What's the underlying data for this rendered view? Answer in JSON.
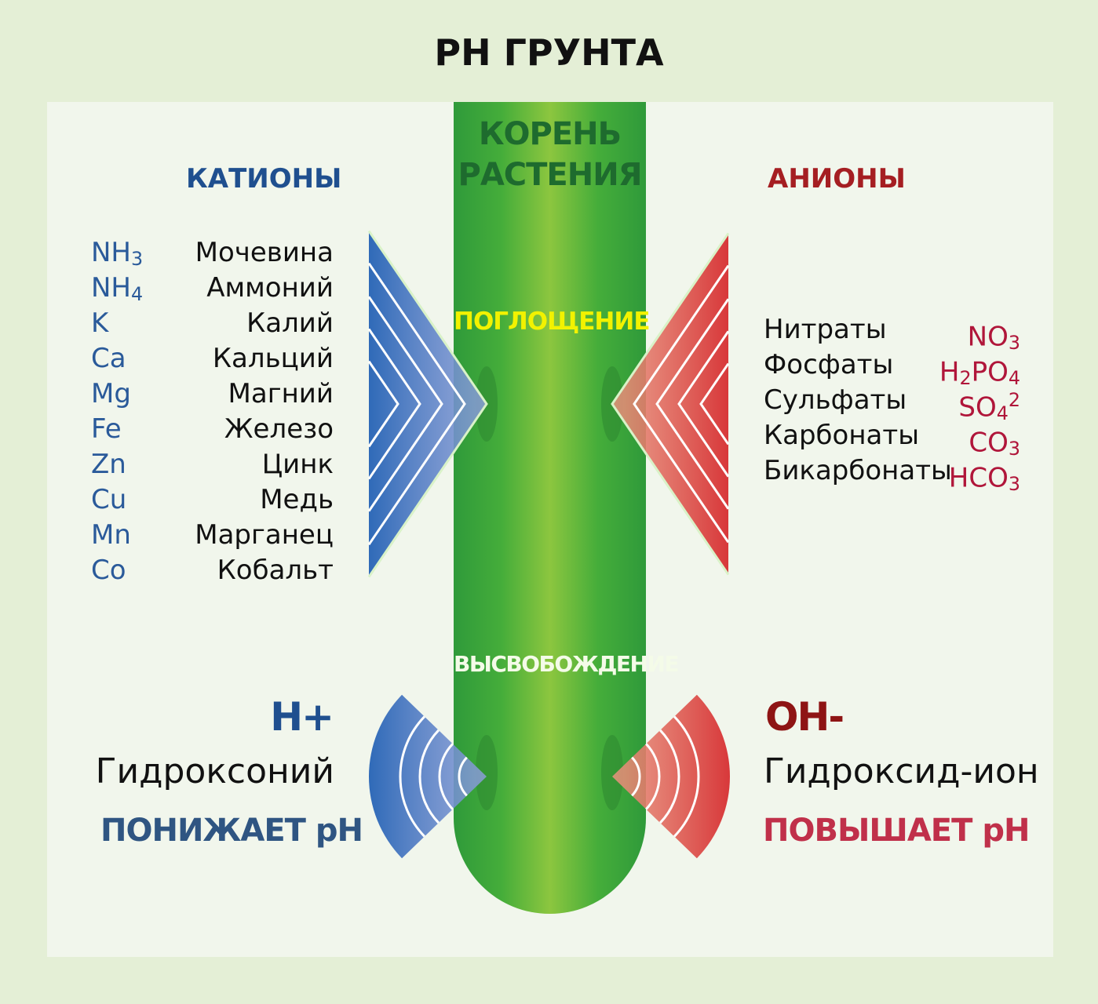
{
  "title": "РН ГРУНТА",
  "root": {
    "title_line1": "КОРЕНЬ",
    "title_line2": "РАСТЕНИЯ",
    "absorption": "ПОГЛОЩЕНИЕ",
    "release": "ВЫСВОБОЖДЕНИЕ"
  },
  "cations": {
    "heading": "КАТИОНЫ",
    "items": [
      {
        "base": "NH",
        "sub": "3",
        "name": "Мочевина"
      },
      {
        "base": "NH",
        "sub": "4",
        "name": "Аммоний"
      },
      {
        "base": "K",
        "sub": "",
        "name": "Калий"
      },
      {
        "base": "Ca",
        "sub": "",
        "name": "Кальций"
      },
      {
        "base": "Mg",
        "sub": "",
        "name": "Магний"
      },
      {
        "base": "Fe",
        "sub": "",
        "name": "Железо"
      },
      {
        "base": "Zn",
        "sub": "",
        "name": "Цинк"
      },
      {
        "base": "Cu",
        "sub": "",
        "name": "Медь"
      },
      {
        "base": "Mn",
        "sub": "",
        "name": "Марганец"
      },
      {
        "base": "Co",
        "sub": "",
        "name": "Кобальт"
      }
    ]
  },
  "anions": {
    "heading": "АНИОНЫ",
    "items": [
      {
        "name": "Нитраты",
        "pre": "NO",
        "pre_sub": "3",
        "mid": "",
        "mid_sub": "",
        "sup": ""
      },
      {
        "name": "Фосфаты",
        "pre": "H",
        "pre_sub": "2",
        "mid": "PO",
        "mid_sub": "4",
        "sup": ""
      },
      {
        "name": "Сульфаты",
        "pre": "SO",
        "pre_sub": "4",
        "mid": "",
        "mid_sub": "",
        "sup": "2"
      },
      {
        "name": "Карбонаты",
        "pre": "CO",
        "pre_sub": "3",
        "mid": "",
        "mid_sub": "",
        "sup": ""
      },
      {
        "name": "Бикарбонаты",
        "pre": "HCO",
        "pre_sub": "3",
        "mid": "",
        "mid_sub": "",
        "sup": ""
      }
    ]
  },
  "left_bottom": {
    "ion": "H+",
    "name": "Гидроксоний",
    "effect": "ПОНИЖАЕТ pH"
  },
  "right_bottom": {
    "ion": "OH-",
    "name": "Гидроксид-ион",
    "effect": "ПОВЫШАЕТ pH"
  },
  "colors": {
    "cation": "#2a5a9a",
    "anion": "#b0163a",
    "blue_shape": "#5b78c4",
    "red_shape": "#e06a5a"
  }
}
